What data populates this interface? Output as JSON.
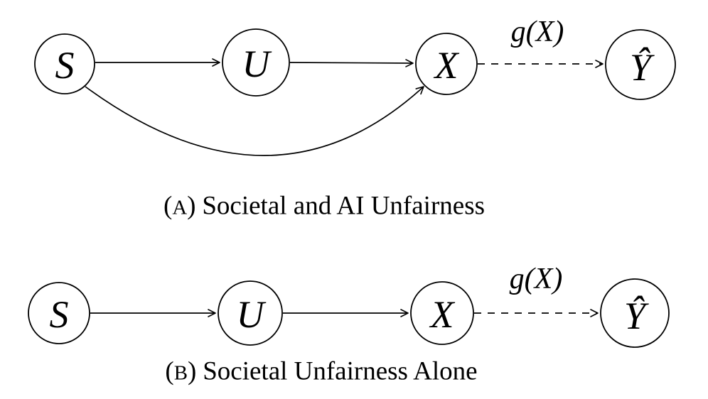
{
  "page": {
    "background_color": "#ffffff",
    "ink_color": "#000000"
  },
  "figure": {
    "panels": [
      {
        "name": "A",
        "nodes": {
          "s": "S",
          "u": "U",
          "x": "X",
          "yhat": "Ŷ"
        },
        "edge_label": "g(X)",
        "edges": [
          {
            "from": "S",
            "to": "U",
            "style": "solid-arrow"
          },
          {
            "from": "U",
            "to": "X",
            "style": "solid-arrow"
          },
          {
            "from": "X",
            "to": "Ŷ",
            "style": "dashed-arrow",
            "label": "g(X)"
          },
          {
            "from": "S",
            "to": "X",
            "style": "curved-solid-arrow"
          }
        ],
        "caption": {
          "open": "(",
          "letter": "A",
          "close": ")",
          "text": "Societal and AI Unfairness"
        }
      },
      {
        "name": "B",
        "nodes": {
          "s": "S",
          "u": "U",
          "x": "X",
          "yhat": "Ŷ"
        },
        "edge_label": "g(X)",
        "edges": [
          {
            "from": "S",
            "to": "U",
            "style": "solid-arrow"
          },
          {
            "from": "U",
            "to": "X",
            "style": "solid-arrow"
          },
          {
            "from": "X",
            "to": "Ŷ",
            "style": "dashed-arrow",
            "label": "g(X)"
          }
        ],
        "caption": {
          "open": "(",
          "letter": "B",
          "close": ")",
          "text": "Societal Unfairness Alone"
        }
      }
    ]
  }
}
